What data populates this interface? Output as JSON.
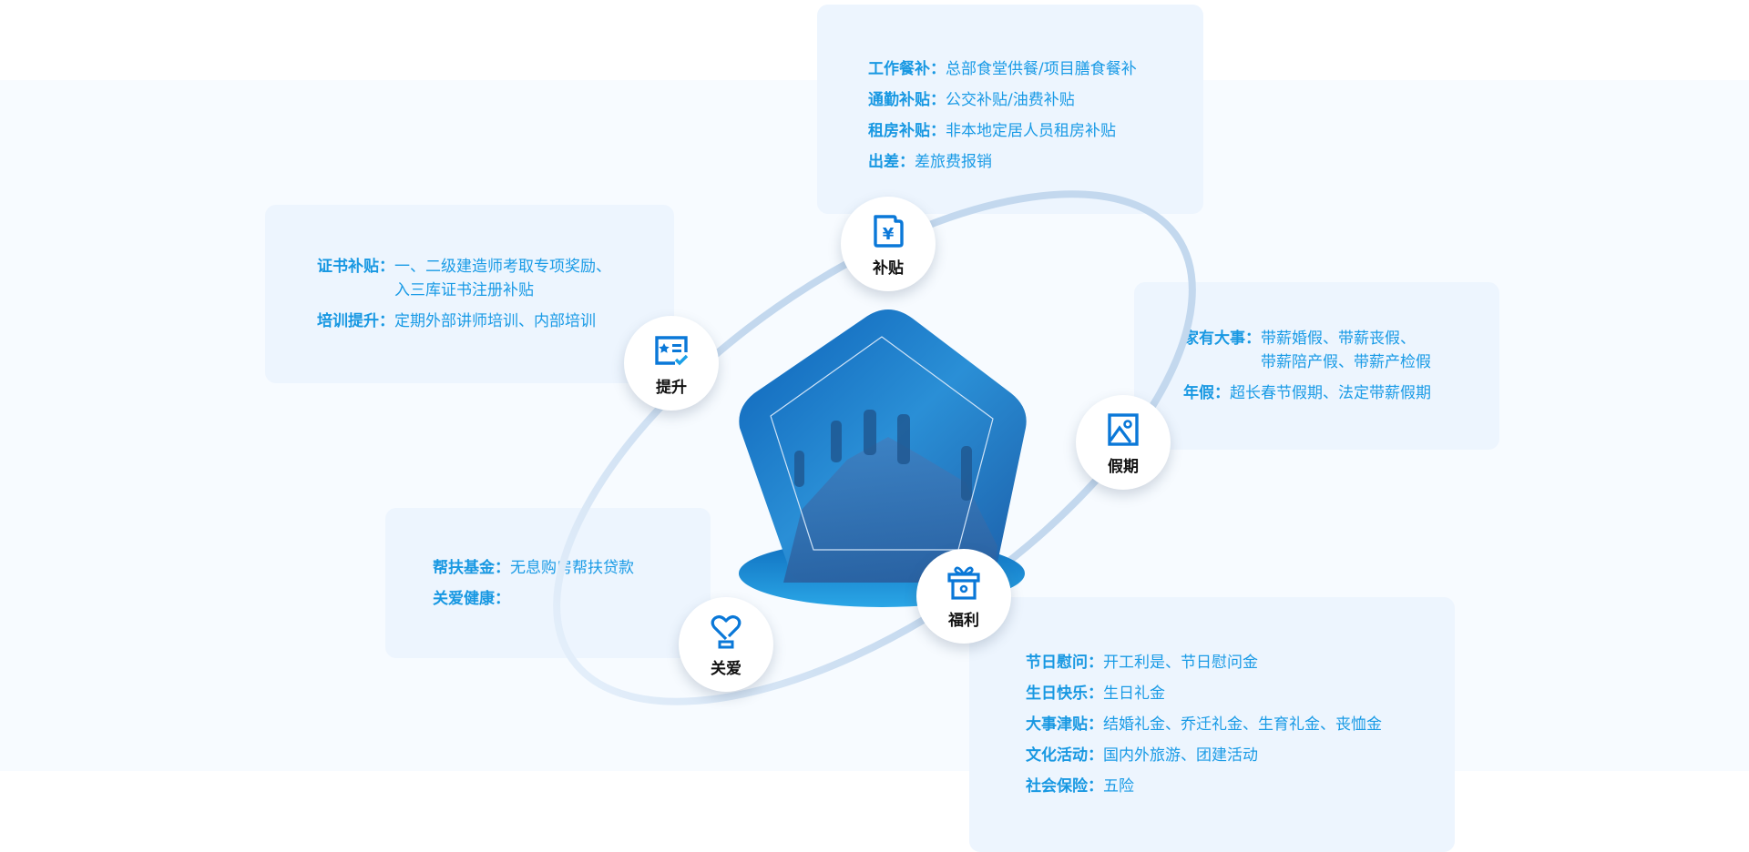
{
  "colors": {
    "accent": "#0a78d8",
    "label": "#1898e2",
    "value": "#1a9be6",
    "card": "#edf5fe",
    "orbit": "#c3d8ee"
  },
  "cards": {
    "subsidy": [
      {
        "label": "工作餐补：",
        "value": "总部食堂供餐/项目膳食餐补"
      },
      {
        "label": "通勤补贴：",
        "value": "公交补贴/油费补贴"
      },
      {
        "label": "租房补贴：",
        "value": "非本地定居人员租房补贴"
      },
      {
        "label": "出差：",
        "value": "差旅费报销"
      }
    ],
    "promotion": [
      {
        "label": "证书补贴：",
        "value": "一、二级建造师考取专项奖励、\n入三库证书注册补贴"
      },
      {
        "label": "培训提升：",
        "value": "定期外部讲师培训、内部培训"
      }
    ],
    "holiday": [
      {
        "label": "家有大事：",
        "value": "带薪婚假、带薪丧假、\n带薪陪产假、带薪产检假"
      },
      {
        "label": "年假：",
        "value": "超长春节假期、法定带薪假期"
      }
    ],
    "care": [
      {
        "label": "帮扶基金：",
        "value": "无息购房帮扶贷款"
      },
      {
        "label": "关爱健康：",
        "value": ""
      }
    ],
    "welfare": [
      {
        "label": "节日慰问：",
        "value": "开工利是、节日慰问金"
      },
      {
        "label": "生日快乐：",
        "value": "生日礼金"
      },
      {
        "label": "大事津贴：",
        "value": "结婚礼金、乔迁礼金、生育礼金、丧恤金"
      },
      {
        "label": "文化活动：",
        "value": "国内外旅游、团建活动"
      },
      {
        "label": "社会保险：",
        "value": "五险"
      }
    ]
  },
  "nodes": {
    "subsidy": {
      "label": "补贴",
      "icon": "wallet-yen-icon"
    },
    "promotion": {
      "label": "提升",
      "icon": "certificate-icon"
    },
    "holiday": {
      "label": "假期",
      "icon": "picture-icon"
    },
    "welfare": {
      "label": "福利",
      "icon": "gift-icon"
    },
    "care": {
      "label": "关爱",
      "icon": "heart-trophy-icon"
    }
  }
}
